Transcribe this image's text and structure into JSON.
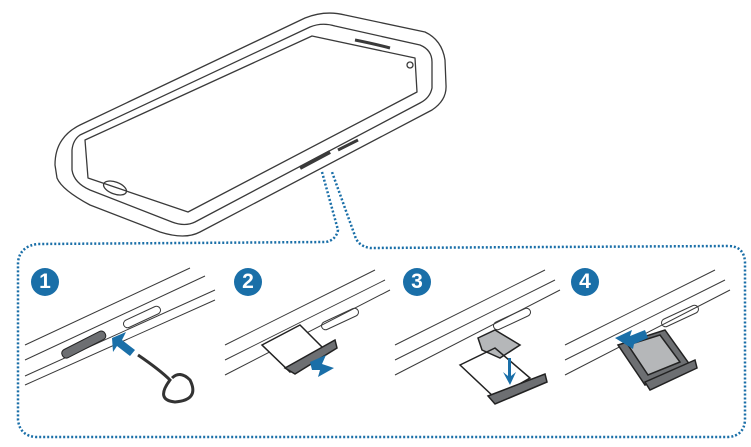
{
  "steps": [
    {
      "number": "1"
    },
    {
      "number": "2"
    },
    {
      "number": "3"
    },
    {
      "number": "4"
    }
  ],
  "colors": {
    "accent": "#1a6fa8",
    "line": "#3a3a3a",
    "tray": "#6d6f72",
    "card": "#b5b7b9"
  }
}
